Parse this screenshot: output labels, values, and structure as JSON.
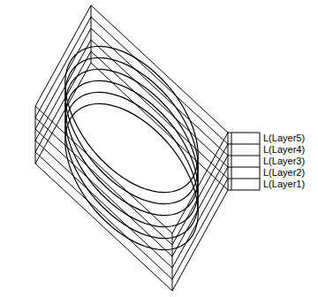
{
  "diagram": {
    "labels": [
      "L(Layer5)",
      "L(Layer4)",
      "L(Layer3)",
      "L(Layer2)",
      "L(Layer1)"
    ]
  }
}
